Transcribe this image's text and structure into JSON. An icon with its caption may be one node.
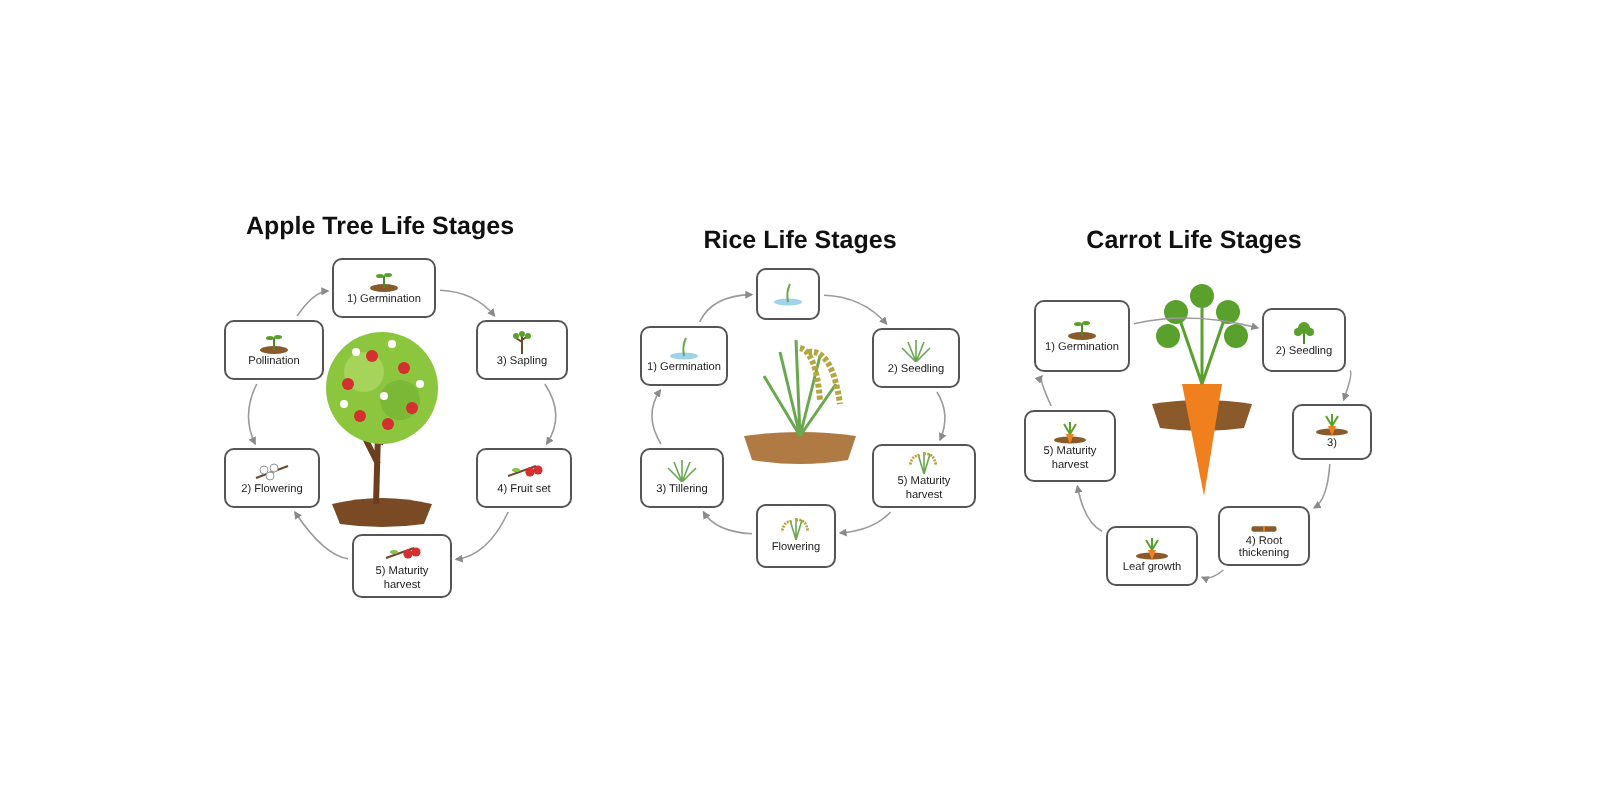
{
  "diagram": {
    "nodes": [
      {
        "text": [
          "1) Germination"
        ]
      },
      {
        "text": [
          "3) Sapling"
        ]
      },
      {
        "text": [
          "4) Fruit set"
        ]
      },
      {
        "text": [
          "5) Maturity harvest"
        ]
      },
      {
        "text": [
          "2) Flowering"
        ]
      },
      {
        "text": [
          "Pollination"
        ]
      },
      {
        "text": [],
        "shape": "picture"
      },
      {
        "text": [
          "2) Seedling"
        ]
      },
      {
        "text": [
          "5) Maturity harvest"
        ]
      },
      {
        "text": [
          "Flowering"
        ]
      },
      {
        "text": [
          "3) Tillering"
        ]
      },
      {
        "text": [
          "1) Germination"
        ]
      },
      {
        "text": [
          "1) Germination"
        ]
      },
      {
        "text": [
          "2) Seedling"
        ]
      },
      {
        "text": [
          "3)"
        ]
      },
      {
        "text": [
          "4) Root thickening"
        ]
      },
      {
        "text": [
          "Leaf growth"
        ]
      },
      {
        "text": [
          "5) Maturity harvest"
        ]
      }
    ],
    "edges": [
      {
        "from": 0,
        "to": 1,
        "arrow": "to"
      },
      {
        "from": 1,
        "to": 2,
        "arrow": "to"
      },
      {
        "from": 2,
        "to": 3,
        "arrow": "to"
      },
      {
        "from": 3,
        "to": 4,
        "arrow": "to"
      },
      {
        "from": 5,
        "to": 4,
        "arrow": "to"
      },
      {
        "from": 5,
        "to": 0,
        "arrow": "to"
      },
      {
        "from": 6,
        "to": 7,
        "arrow": "to"
      },
      {
        "from": 7,
        "to": 8,
        "arrow": "to"
      },
      {
        "from": 8,
        "to": 9,
        "arrow": "to"
      },
      {
        "from": 9,
        "to": 10,
        "arrow": "to"
      },
      {
        "from": 10,
        "to": 11,
        "arrow": "to"
      },
      {
        "from": 11,
        "to": 6,
        "arrow": "to"
      },
      {
        "from": 12,
        "to": 13,
        "arrow": "to"
      },
      {
        "from": 13,
        "to": 14,
        "arrow": "to"
      },
      {
        "from": 14,
        "to": 15,
        "arrow": "to"
      },
      {
        "from": 15,
        "to": 16,
        "arrow": "to"
      },
      {
        "from": 16,
        "to": 17,
        "arrow": "to"
      },
      {
        "from": 17,
        "to": 12,
        "arrow": "to"
      }
    ],
    "labels": [
      "Apple Tree Life Stages",
      "Rice Life Stages",
      "Carrot Life Stages"
    ]
  }
}
